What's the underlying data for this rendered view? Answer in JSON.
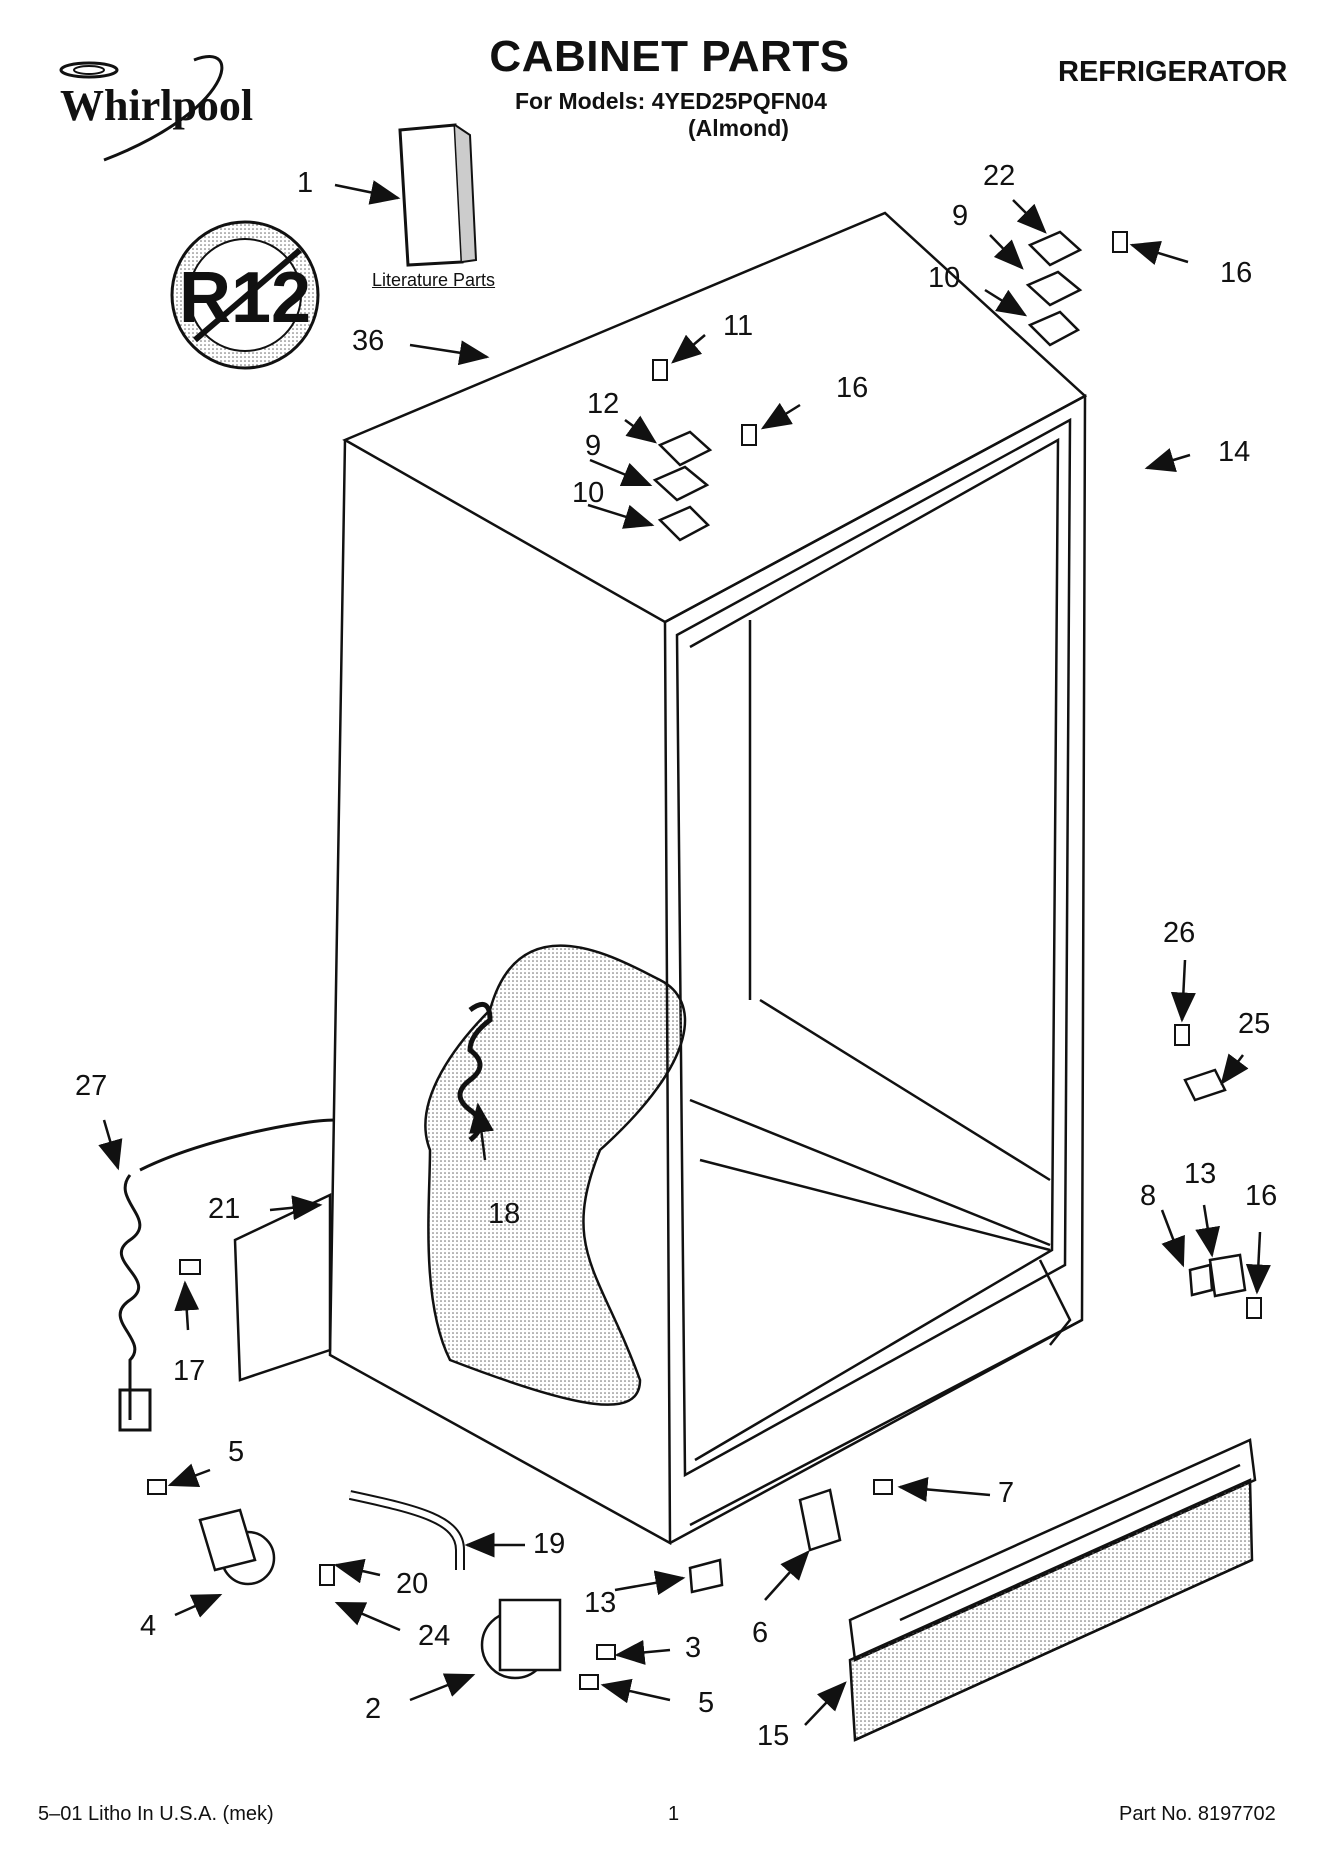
{
  "header": {
    "brand": "Whirlpool",
    "title": "CABINET PARTS",
    "models": "For Models: 4YED25PQFN04",
    "color": "(Almond)",
    "product": "REFRIGERATOR"
  },
  "badge": {
    "text": "R12",
    "icon": "no-r12-prohibition-icon"
  },
  "literature_label": "Literature Parts",
  "callouts": {
    "c1": "1",
    "c22": "22",
    "c9a": "9",
    "c16a": "16",
    "c10a": "10",
    "c11": "11",
    "c36": "36",
    "c12": "12",
    "c16b": "16",
    "c9b": "9",
    "c14": "14",
    "c10b": "10",
    "c26": "26",
    "c25": "25",
    "c27": "27",
    "c13a": "13",
    "c8": "8",
    "c16c": "16",
    "c21": "21",
    "c18": "18",
    "c17": "17",
    "c5a": "5",
    "c7": "7",
    "c19": "19",
    "c20": "20",
    "c4": "4",
    "c13b": "13",
    "c6": "6",
    "c24": "24",
    "c3": "3",
    "c2": "2",
    "c5b": "5",
    "c15": "15"
  },
  "footer": {
    "left": "5–01 Litho In U.S.A. (mek)",
    "center": "1",
    "right": "Part No. 8197702"
  },
  "colors": {
    "ink": "#111111",
    "paper": "#ffffff",
    "shade": "#dddddd"
  }
}
